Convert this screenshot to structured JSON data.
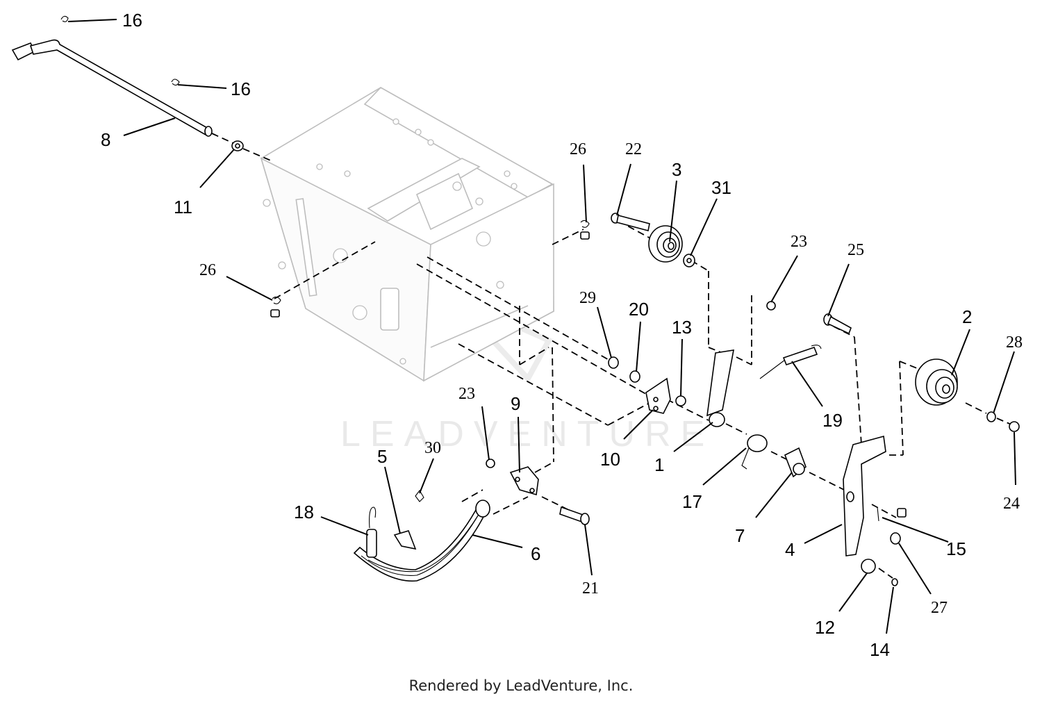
{
  "watermark": "LEADVENTURE",
  "footer": "Rendered by LeadVenture, Inc.",
  "callouts": [
    {
      "id": "c16a",
      "label": "16"
    },
    {
      "id": "c16b",
      "label": "16"
    },
    {
      "id": "c8",
      "label": "8"
    },
    {
      "id": "c11",
      "label": "11"
    },
    {
      "id": "c26a",
      "label": "26"
    },
    {
      "id": "c26b",
      "label": "26"
    },
    {
      "id": "c22",
      "label": "22"
    },
    {
      "id": "c3",
      "label": "3"
    },
    {
      "id": "c31",
      "label": "31"
    },
    {
      "id": "c23a",
      "label": "23"
    },
    {
      "id": "c25",
      "label": "25"
    },
    {
      "id": "c29",
      "label": "29"
    },
    {
      "id": "c20",
      "label": "20"
    },
    {
      "id": "c13",
      "label": "13"
    },
    {
      "id": "c2",
      "label": "2"
    },
    {
      "id": "c28",
      "label": "28"
    },
    {
      "id": "c19",
      "label": "19"
    },
    {
      "id": "c10",
      "label": "10"
    },
    {
      "id": "c1",
      "label": "1"
    },
    {
      "id": "c23b",
      "label": "23"
    },
    {
      "id": "c9",
      "label": "9"
    },
    {
      "id": "c5",
      "label": "5"
    },
    {
      "id": "c30",
      "label": "30"
    },
    {
      "id": "c18",
      "label": "18"
    },
    {
      "id": "c17",
      "label": "17"
    },
    {
      "id": "c7",
      "label": "7"
    },
    {
      "id": "c24",
      "label": "24"
    },
    {
      "id": "c6",
      "label": "6"
    },
    {
      "id": "c4",
      "label": "4"
    },
    {
      "id": "c15",
      "label": "15"
    },
    {
      "id": "c21",
      "label": "21"
    },
    {
      "id": "c27",
      "label": "27"
    },
    {
      "id": "c12",
      "label": "12"
    },
    {
      "id": "c14",
      "label": "14"
    }
  ]
}
